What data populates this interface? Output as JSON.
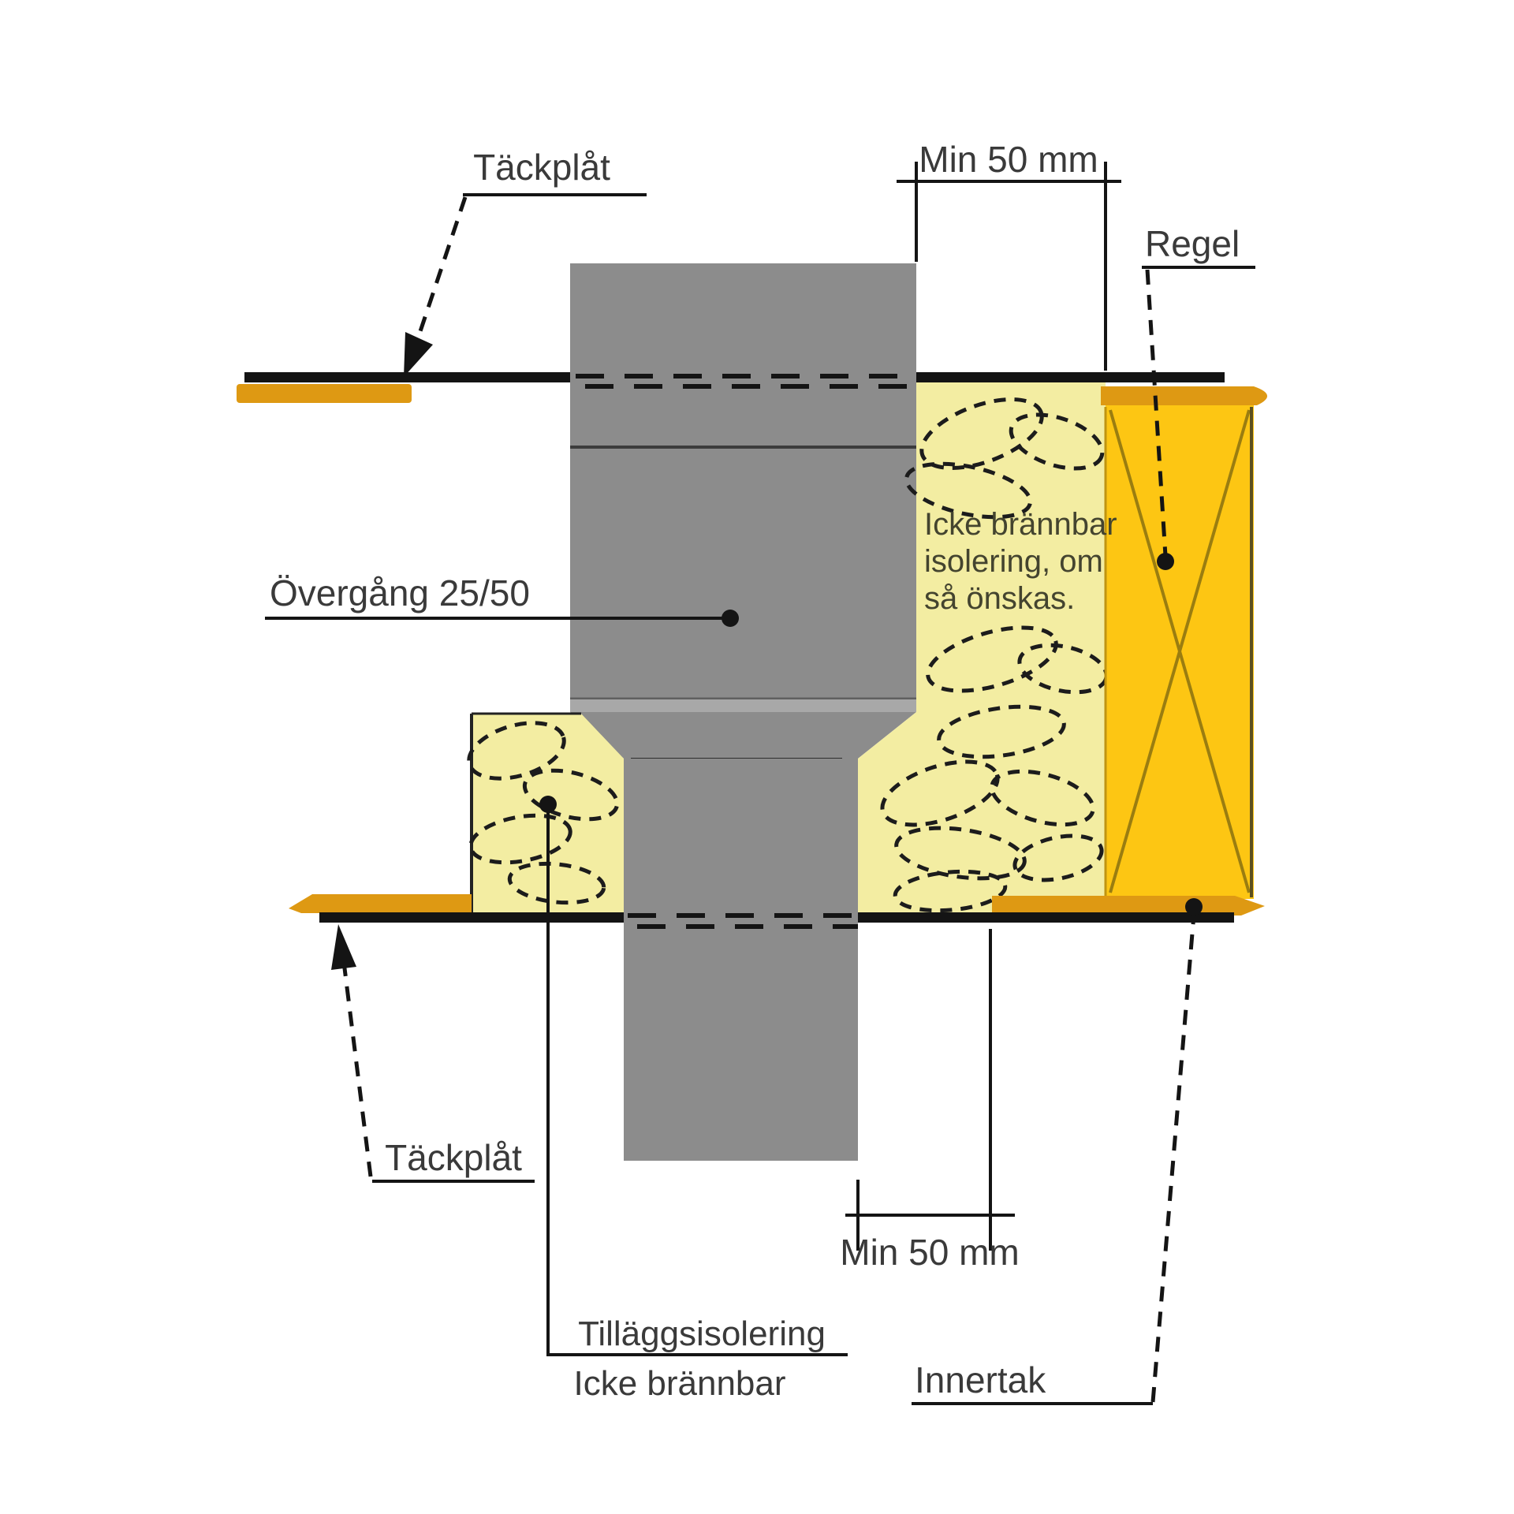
{
  "diagram": {
    "labels": {
      "tackplat_top": "Täckplåt",
      "min50_top": "Min 50 mm",
      "regel": "Regel",
      "overgang": "Övergång 25/50",
      "insulation_note": [
        "Icke brännbar",
        "isolering, om",
        "så önskas."
      ],
      "tackplat_bottom": "Täckplåt",
      "min50_bottom": "Min 50 mm",
      "tillaggsisolering": "Tilläggsisolering",
      "icke_brannbar": "Icke brännbar",
      "innertak": "Innertak"
    },
    "colors": {
      "duct_gray": "#8c8c8c",
      "duct_band_light": "#a8a8a8",
      "insulation_yellow": "#f3eda2",
      "regel_gold": "#fdc613",
      "ochre_strip": "#de9913",
      "line_black": "#141414",
      "text_dark": "#3a3a3a",
      "loop_stroke": "#1c1c1c",
      "regel_cross": "#9a7d10",
      "background": "#ffffff"
    }
  }
}
